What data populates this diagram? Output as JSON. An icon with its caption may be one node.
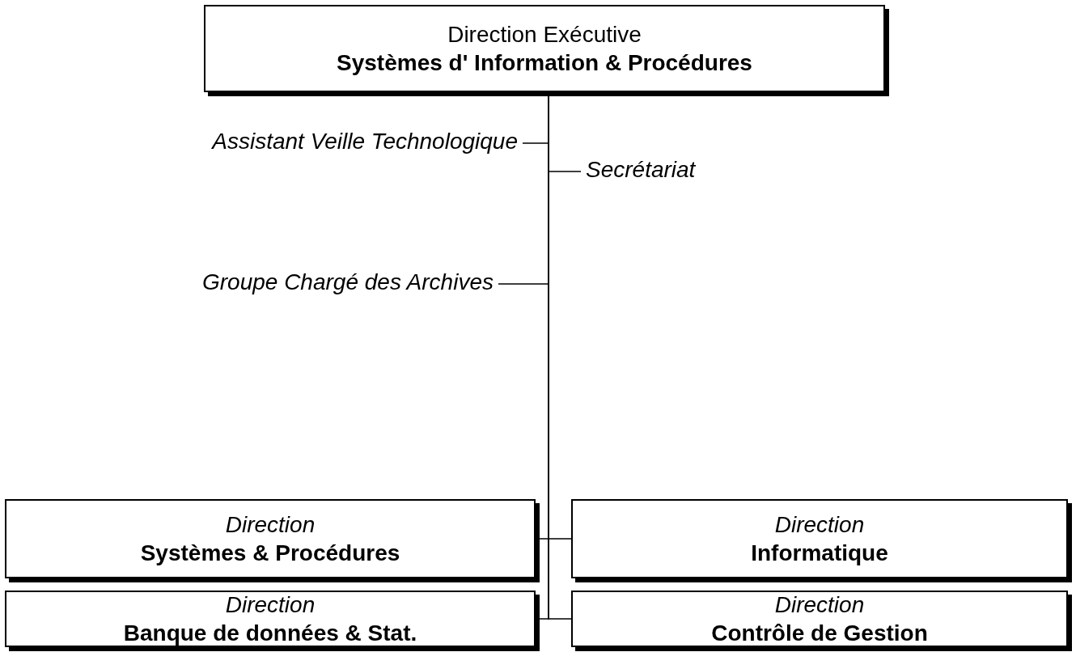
{
  "diagram": {
    "nodes": [
      {
        "text": [
          "Direction Exécutive",
          "Systèmes d' Information & Procédures"
        ]
      },
      {
        "text": [
          "Assistant Veille Technologique"
        ]
      },
      {
        "text": [
          "Secrétariat"
        ]
      },
      {
        "text": [
          "Groupe Chargé des Archives"
        ]
      },
      {
        "text": [
          "Direction",
          "Systèmes & Procédures"
        ]
      },
      {
        "text": [
          "Direction",
          "Informatique"
        ]
      },
      {
        "text": [
          "Direction",
          "Banque de données & Stat."
        ]
      },
      {
        "text": [
          "Direction",
          "Contrôle de  Gestion"
        ]
      }
    ],
    "edges": [
      {
        "from": 0,
        "to": 1,
        "arrow": "none"
      },
      {
        "from": 0,
        "to": 2,
        "arrow": "none"
      },
      {
        "from": 0,
        "to": 3,
        "arrow": "none"
      },
      {
        "from": 0,
        "to": 4,
        "arrow": "none"
      },
      {
        "from": 0,
        "to": 5,
        "arrow": "none"
      },
      {
        "from": 0,
        "to": 6,
        "arrow": "none"
      },
      {
        "from": 0,
        "to": 7,
        "arrow": "none"
      }
    ]
  }
}
